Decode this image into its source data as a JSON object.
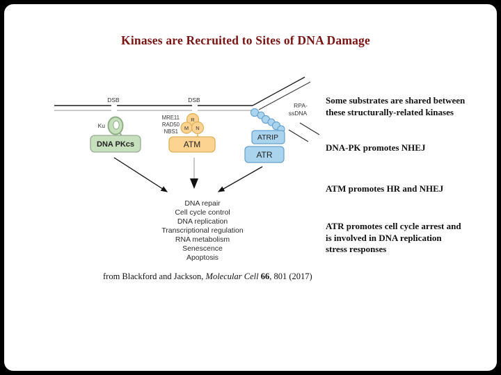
{
  "slide": {
    "title": "Kinases are Recruited to Sites of DNA Damage",
    "title_color": "#7a1313"
  },
  "diagram": {
    "dsb_label_1": "DSB",
    "dsb_label_2": "DSB",
    "ku_label": "Ku",
    "dna_pkcs_label": "DNA PKcs",
    "mrn_labels": {
      "line1": "MRE11",
      "line2": "RAD50",
      "line3": "NBS1"
    },
    "mrn_circles": {
      "m": "M",
      "r": "R",
      "n": "N"
    },
    "atm_label": "ATM",
    "rpa_label_line1": "RPA-",
    "rpa_label_line2": "ssDNA",
    "atrip_label": "ATRIP",
    "atr_label": "ATR",
    "outcomes": [
      "DNA repair",
      "Cell cycle control",
      "DNA replication",
      "Transcriptional regulation",
      "RNA metabolism",
      "Senescence",
      "Apoptosis"
    ],
    "colors": {
      "green_fill": "#c6dfbc",
      "green_stroke": "#8fae85",
      "orange_fill": "#fcd391",
      "orange_stroke": "#dfae58",
      "blue_fill": "#aad3ee",
      "blue_stroke": "#64a0cd"
    }
  },
  "notes": {
    "note1": "Some substrates are shared between these structurally-related kinases",
    "note2": "DNA-PK promotes NHEJ",
    "note3": "ATM promotes HR and NHEJ",
    "note4": "ATR promotes cell cycle arrest and is involved in DNA replication stress responses"
  },
  "citation": {
    "prefix": "from Blackford and Jackson, ",
    "journal": "Molecular Cell",
    "space": " ",
    "volume": "66",
    "suffix": ", 801 (2017)"
  }
}
